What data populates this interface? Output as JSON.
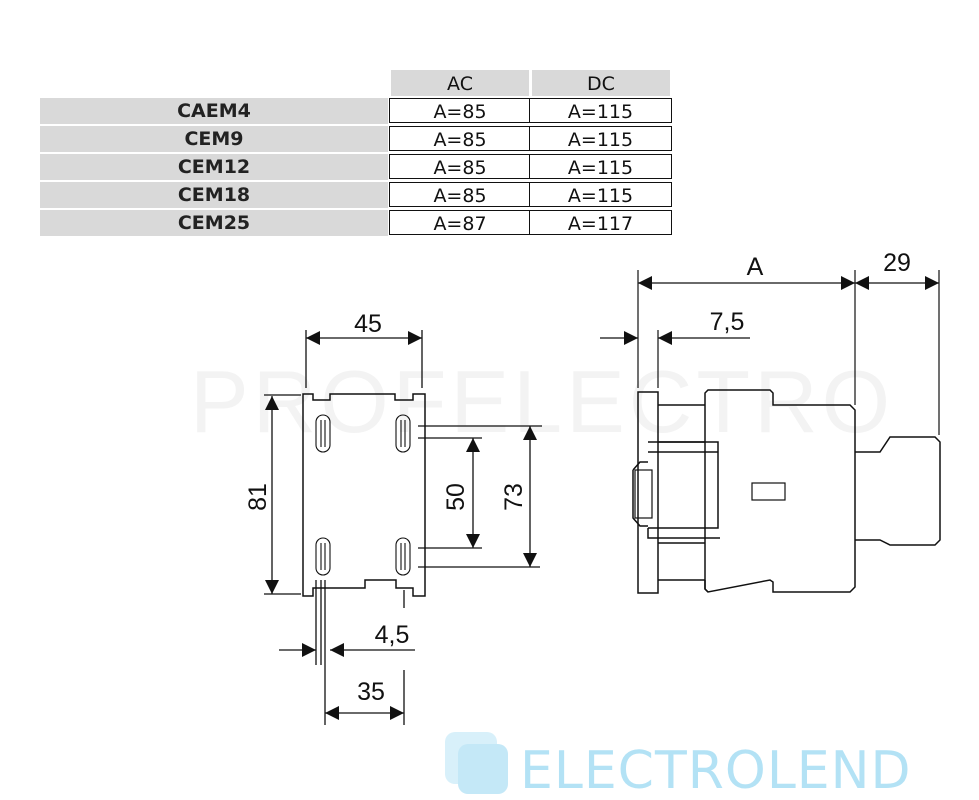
{
  "table": {
    "columns": [
      "AC",
      "DC"
    ],
    "rows": [
      {
        "model": "CAEM4",
        "ac": "A=85",
        "dc": "A=115"
      },
      {
        "model": "CEM9",
        "ac": "A=85",
        "dc": "A=115"
      },
      {
        "model": "CEM12",
        "ac": "A=85",
        "dc": "A=115"
      },
      {
        "model": "CEM18",
        "ac": "A=85",
        "dc": "A=115"
      },
      {
        "model": "CEM25",
        "ac": "A=87",
        "dc": "A=117"
      }
    ]
  },
  "dimensions": {
    "front_width": "45",
    "front_height": "81",
    "slot_inner": "50",
    "slot_outer": "73",
    "slot_width": "4,5",
    "din_rail": "35",
    "side_depth": "A",
    "side_extra": "29",
    "side_offset": "7,5"
  },
  "watermarks": {
    "top": "PROFELECTRO",
    "bottom": "ELECTROLEND"
  },
  "colors": {
    "line": "#111111",
    "header_fill": "#d9d9d9",
    "watermark_blue": "#b3e2f5"
  }
}
